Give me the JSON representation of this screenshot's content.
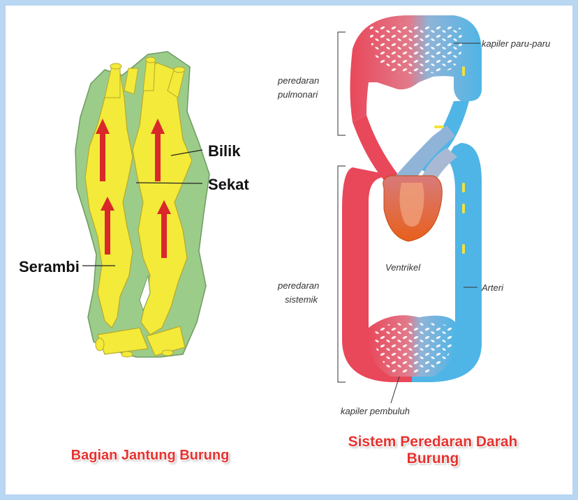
{
  "left_diagram": {
    "labels": {
      "bilik": "Bilik",
      "sekat": "Sekat",
      "serambi": "Serambi"
    },
    "caption": "Bagian Jantung Burung"
  },
  "right_diagram": {
    "labels": {
      "kapiler_paru": "kapiler paru-paru",
      "peredaran_pulmonari_1": "peredaran",
      "peredaran_pulmonari_2": "pulmonari",
      "peredaran_sistemik_1": "peredaran",
      "peredaran_sistemik_2": "sistemik",
      "ventrikel": "Ventrikel",
      "arteri": "Arteri",
      "kapiler_pembuluh": "kapiler pembuluh"
    },
    "caption_line1": "Sistem Peredaran Darah",
    "caption_line2": "Burung"
  },
  "colors": {
    "background": "#b9d6f2",
    "chamber_yellow": "#f3ea3a",
    "wall_green": "#9ccc8a",
    "arrow_red": "#d9282a",
    "blood_red": "#e84a5c",
    "blood_blue": "#5bbbe8",
    "heart_orange": "#e8601c",
    "caption_red": "#e6322f"
  }
}
